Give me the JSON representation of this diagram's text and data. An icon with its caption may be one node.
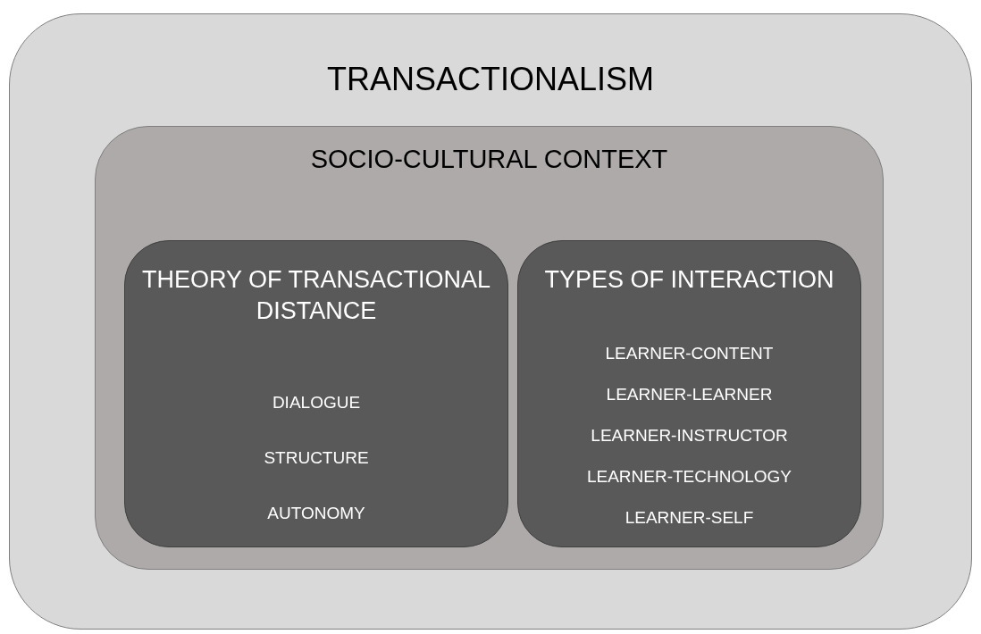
{
  "diagram": {
    "nodes": [
      {
        "text": [
          "TRANSACTIONALISM"
        ]
      },
      {
        "text": [
          "SOCIO-CULTURAL CONTEXT"
        ],
        "in": 0
      },
      {
        "text": [
          "THEORY OF TRANSACTIONAL DISTANCE",
          "DIALOGUE",
          "STRUCTURE",
          "AUTONOMY"
        ],
        "in": 1
      },
      {
        "text": [
          "TYPES OF INTERACTION",
          "LEARNER-CONTENT",
          "LEARNER-LEARNER",
          "LEARNER-INSTRUCTOR",
          "LEARNER-TECHNOLOGY",
          "LEARNER-SELF"
        ],
        "in": 1
      }
    ],
    "edges": []
  }
}
